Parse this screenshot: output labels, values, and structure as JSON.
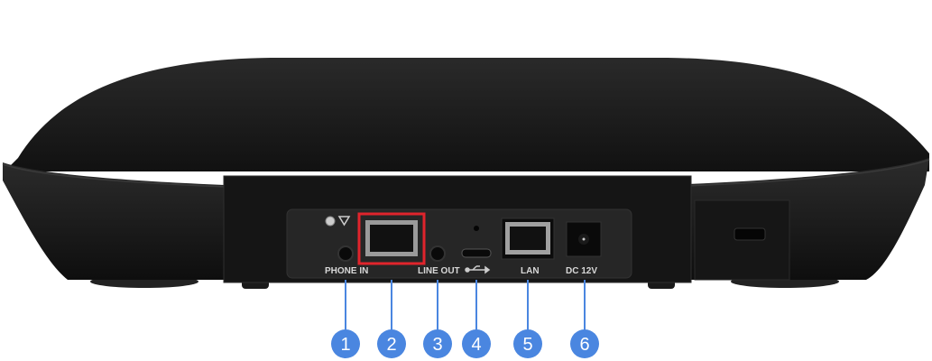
{
  "ports": [
    {
      "number": "1",
      "label": "PHONE IN"
    },
    {
      "number": "2",
      "label": ""
    },
    {
      "number": "3",
      "label": "LINE OUT"
    },
    {
      "number": "4",
      "label": "",
      "icon": "usb-icon"
    },
    {
      "number": "5",
      "label": "LAN"
    },
    {
      "number": "6",
      "label": "DC 12V"
    }
  ],
  "colors": {
    "callout": "#4a86e0",
    "highlight": "#e0242c",
    "body": "#1c1c1c"
  }
}
